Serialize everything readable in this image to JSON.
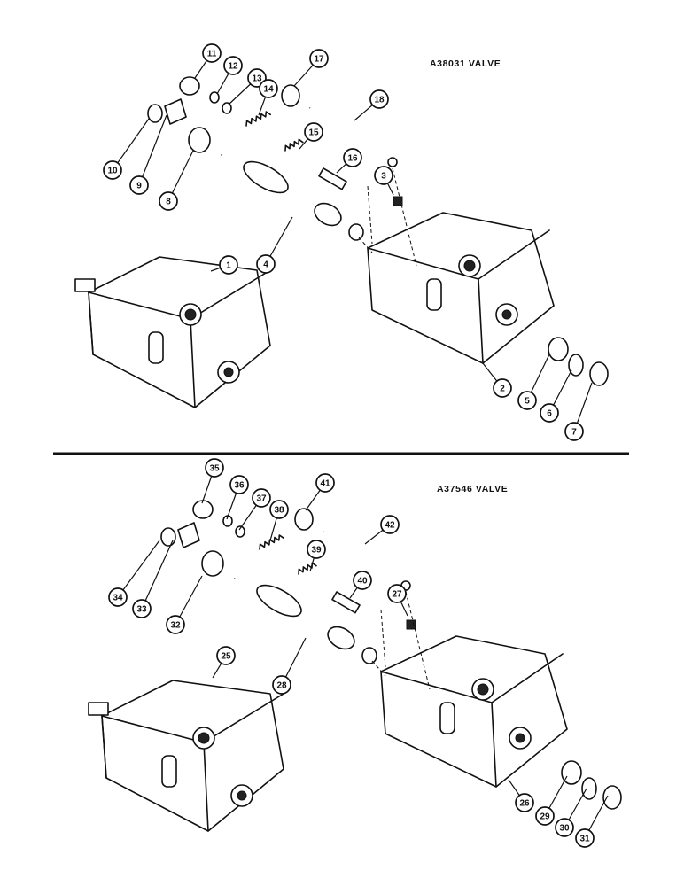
{
  "diagram": {
    "assemblies": [
      {
        "title": "A38031 VALVE",
        "callouts": [
          "1",
          "2",
          "3",
          "4",
          "5",
          "6",
          "7",
          "8",
          "9",
          "10",
          "11",
          "12",
          "13",
          "14",
          "15",
          "16",
          "17",
          "18"
        ]
      },
      {
        "title": "A37546 VALVE",
        "callouts": [
          "25",
          "26",
          "27",
          "28",
          "29",
          "30",
          "31",
          "32",
          "33",
          "34",
          "35",
          "36",
          "37",
          "38",
          "39",
          "40",
          "41",
          "42"
        ]
      }
    ]
  }
}
